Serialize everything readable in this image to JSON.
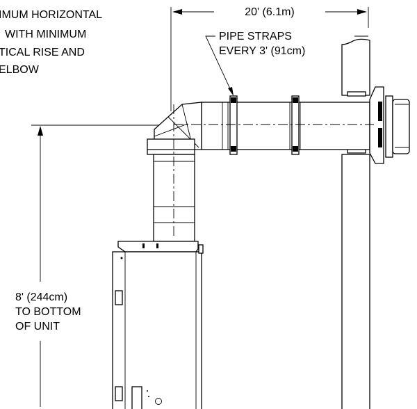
{
  "title_lines": [
    "IMUM HORIZONTAL",
    "WITH MINIMUM",
    "TICAL RISE AND",
    "ELBOW"
  ],
  "dimension_horizontal": "20' (6.1m)",
  "pipe_straps_lines": [
    "PIPE STRAPS",
    "EVERY 3' (91cm)"
  ],
  "dimension_vertical_lines": [
    "8' (244cm)",
    "TO BOTTOM",
    "OF UNIT"
  ],
  "colors": {
    "line": "#000000",
    "background": "#ffffff"
  }
}
